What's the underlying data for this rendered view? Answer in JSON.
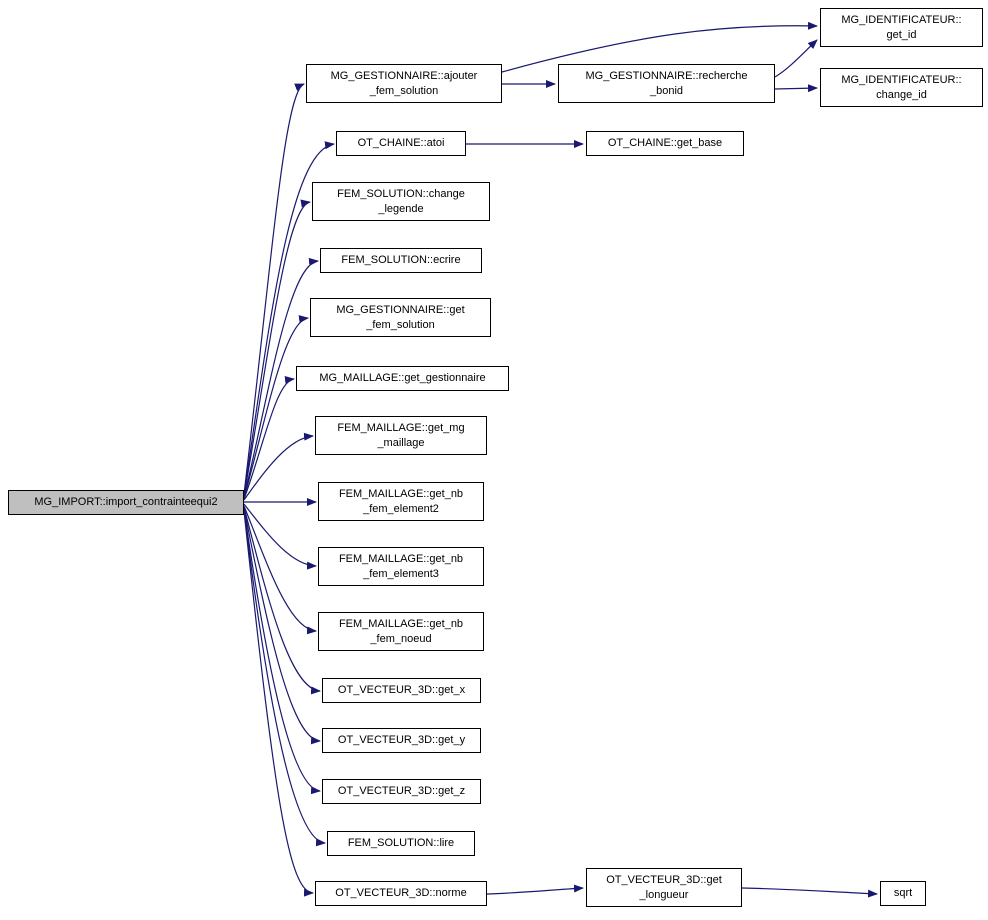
{
  "diagram": {
    "type": "call-graph",
    "edge_color": "#191970",
    "root_fill": "#bfbfbf",
    "node_fill": "#ffffff",
    "node_border": "#000000",
    "nodes": [
      {
        "id": "import_contrainteequi2",
        "label": "MG_IMPORT::import_contrainteequi2"
      },
      {
        "id": "ajouter_fem_solution",
        "label": "MG_GESTIONNAIRE::ajouter\n_fem_solution"
      },
      {
        "id": "atoi",
        "label": "OT_CHAINE::atoi"
      },
      {
        "id": "change_legende",
        "label": "FEM_SOLUTION::change\n_legende"
      },
      {
        "id": "ecrire",
        "label": "FEM_SOLUTION::ecrire"
      },
      {
        "id": "get_fem_solution",
        "label": "MG_GESTIONNAIRE::get\n_fem_solution"
      },
      {
        "id": "get_gestionnaire",
        "label": "MG_MAILLAGE::get_gestionnaire"
      },
      {
        "id": "get_mg_maillage",
        "label": "FEM_MAILLAGE::get_mg\n_maillage"
      },
      {
        "id": "get_nb_fem_element2",
        "label": "FEM_MAILLAGE::get_nb\n_fem_element2"
      },
      {
        "id": "get_nb_fem_element3",
        "label": "FEM_MAILLAGE::get_nb\n_fem_element3"
      },
      {
        "id": "get_nb_fem_noeud",
        "label": "FEM_MAILLAGE::get_nb\n_fem_noeud"
      },
      {
        "id": "get_x",
        "label": "OT_VECTEUR_3D::get_x"
      },
      {
        "id": "get_y",
        "label": "OT_VECTEUR_3D::get_y"
      },
      {
        "id": "get_z",
        "label": "OT_VECTEUR_3D::get_z"
      },
      {
        "id": "lire",
        "label": "FEM_SOLUTION::lire"
      },
      {
        "id": "norme",
        "label": "OT_VECTEUR_3D::norme"
      },
      {
        "id": "recherche_bonid",
        "label": "MG_GESTIONNAIRE::recherche\n_bonid"
      },
      {
        "id": "get_base",
        "label": "OT_CHAINE::get_base"
      },
      {
        "id": "get_longueur",
        "label": "OT_VECTEUR_3D::get\n_longueur"
      },
      {
        "id": "get_id",
        "label": "MG_IDENTIFICATEUR::\nget_id"
      },
      {
        "id": "change_id",
        "label": "MG_IDENTIFICATEUR::\nchange_id"
      },
      {
        "id": "sqrt",
        "label": "sqrt"
      }
    ],
    "edges": [
      {
        "from": "import_contrainteequi2",
        "to": "ajouter_fem_solution"
      },
      {
        "from": "import_contrainteequi2",
        "to": "atoi"
      },
      {
        "from": "import_contrainteequi2",
        "to": "change_legende"
      },
      {
        "from": "import_contrainteequi2",
        "to": "ecrire"
      },
      {
        "from": "import_contrainteequi2",
        "to": "get_fem_solution"
      },
      {
        "from": "import_contrainteequi2",
        "to": "get_gestionnaire"
      },
      {
        "from": "import_contrainteequi2",
        "to": "get_mg_maillage"
      },
      {
        "from": "import_contrainteequi2",
        "to": "get_nb_fem_element2"
      },
      {
        "from": "import_contrainteequi2",
        "to": "get_nb_fem_element3"
      },
      {
        "from": "import_contrainteequi2",
        "to": "get_nb_fem_noeud"
      },
      {
        "from": "import_contrainteequi2",
        "to": "get_x"
      },
      {
        "from": "import_contrainteequi2",
        "to": "get_y"
      },
      {
        "from": "import_contrainteequi2",
        "to": "get_z"
      },
      {
        "from": "import_contrainteequi2",
        "to": "lire"
      },
      {
        "from": "import_contrainteequi2",
        "to": "norme"
      },
      {
        "from": "ajouter_fem_solution",
        "to": "recherche_bonid"
      },
      {
        "from": "ajouter_fem_solution",
        "to": "get_id"
      },
      {
        "from": "recherche_bonid",
        "to": "get_id"
      },
      {
        "from": "recherche_bonid",
        "to": "change_id"
      },
      {
        "from": "atoi",
        "to": "get_base"
      },
      {
        "from": "norme",
        "to": "get_longueur"
      },
      {
        "from": "get_longueur",
        "to": "sqrt"
      }
    ]
  }
}
